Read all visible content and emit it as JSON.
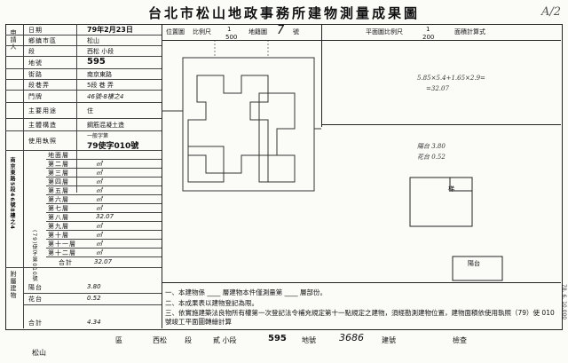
{
  "header": {
    "title": "台北市松山地政事務所建物測量成果圖",
    "corner_mark": "A/2"
  },
  "top_row": {
    "position_label": "位置圖",
    "scale1_label": "比例尺",
    "scale1_num": "1",
    "scale1_den": "500",
    "sheet_no_label": "地籍圖",
    "sheet_no_value": "7",
    "sheet_suffix": "號",
    "floor_scale_label": "平面圖比例尺",
    "floor_scale_num": "1",
    "floor_scale_den": "200",
    "area_formula_label": "面積計算式"
  },
  "left": {
    "applicant_side": "申請人",
    "date_label": "日期",
    "date_value": "79年2月23日",
    "district_label": "鄉鎮市區",
    "district_value": "松山",
    "area_label": "段",
    "area_value": "西松 小段",
    "land_no_label": "地號",
    "land_no_value": "595",
    "street_label": "街路",
    "street_value": "南京東路",
    "lane_label": "段巷弄",
    "lane_value": "5段 巷 弄",
    "door_label": "門牌",
    "door_value": "46號-8樓之4",
    "use_label": "主要用途",
    "use_value": "住",
    "struct_label": "主體構造",
    "struct_value": "鋼筋混凝土造",
    "permit_label": "使用執照",
    "permit_value": "一般字第",
    "permit_no": "79使字010號",
    "floors_header": "地面層",
    "floors": [
      {
        "name": "第二層",
        "val": "㎡"
      },
      {
        "name": "第三層",
        "val": "㎡"
      },
      {
        "name": "第四層",
        "val": "㎡"
      },
      {
        "name": "第五層",
        "val": "㎡"
      },
      {
        "name": "第六層",
        "val": "㎡"
      },
      {
        "name": "第七層",
        "val": "㎡"
      },
      {
        "name": "第八層",
        "val": "32.07"
      },
      {
        "name": "第九層",
        "val": "㎡"
      },
      {
        "name": "第十層",
        "val": "㎡"
      },
      {
        "name": "第十一層",
        "val": "㎡"
      },
      {
        "name": "第十二層",
        "val": "㎡"
      }
    ],
    "address_side": "南京東路5段46號8樓之4",
    "permit_side": "(79)使字第010號",
    "total_label": "合計",
    "total_value": "32.07",
    "accessory_label": "附屬建物",
    "accessory_rows": [
      {
        "name": "陽台",
        "val": "3.80"
      },
      {
        "name": "花台",
        "val": "0.52"
      }
    ],
    "acc_total_label": "合計",
    "acc_total_value": "4.34"
  },
  "notes": [
    "一、本建物係 ____ 層建物本件僅測量第 ____ 層部份。",
    "二、本成果表以建物登記為限。",
    "三、依實施建築法良物所有權第一次登記法令補充規定第十一點規定之建物，須經勘測建物位置，建物面積依使用執照（79）使 010 號竣工平面圖轉繪計算"
  ],
  "bottom": {
    "district_label": "區",
    "section_label": "西松",
    "sub_label": "段",
    "subsection_label": "貳 小段",
    "land_no": "595",
    "land_label": "地號",
    "bldg_no": "3686",
    "bldg_label": "建號",
    "check_label": "檢查",
    "prefix": "松山"
  },
  "annotations": {
    "balcony": "陽台",
    "side_date": "78. 6. 10,000",
    "calc_lines": [
      "5.85×5.4+1.65×2.9=",
      "=32.07",
      "陽台 3.80",
      "花台 0.52"
    ]
  }
}
